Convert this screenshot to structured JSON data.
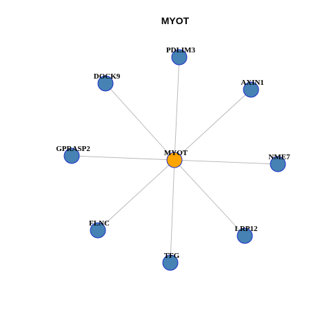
{
  "title": "MYOT",
  "colors": {
    "center_fill": "#FFA500",
    "leaf_fill": "#4682B4",
    "node_stroke": "#1C2DC8",
    "edge": "#B3B3B3"
  },
  "network": {
    "center": "MYOT",
    "leaves": [
      "PDLIM3",
      "DOCK9",
      "AXIN1",
      "GPRASP2",
      "NME7",
      "FLNC",
      "LRP12",
      "TFG"
    ],
    "edges": [
      [
        "MYOT",
        "PDLIM3"
      ],
      [
        "MYOT",
        "DOCK9"
      ],
      [
        "MYOT",
        "AXIN1"
      ],
      [
        "MYOT",
        "GPRASP2"
      ],
      [
        "MYOT",
        "NME7"
      ],
      [
        "MYOT",
        "FLNC"
      ],
      [
        "MYOT",
        "LRP12"
      ],
      [
        "MYOT",
        "TFG"
      ]
    ]
  }
}
